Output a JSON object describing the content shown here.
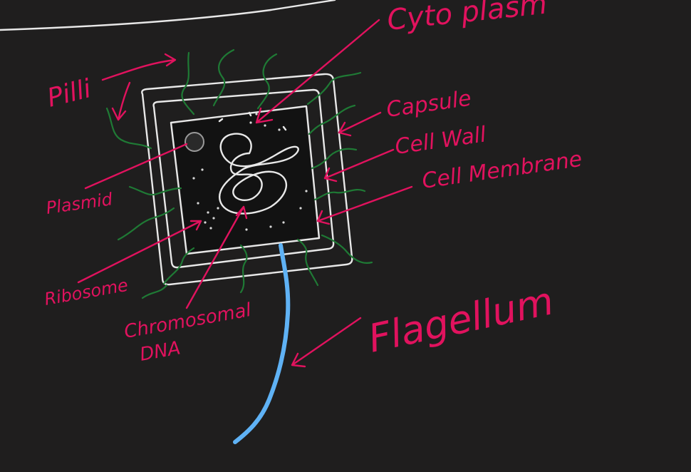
{
  "colors": {
    "background": "#1f1e1e",
    "label_ink": "#e1125e",
    "outline_ink": "#e8e8e8",
    "pili_ink": "#1f7a35",
    "flagellum_ink": "#5fb2f5"
  },
  "labels": {
    "cytoplasm": "Cyto plasm",
    "pilli": "Pilli",
    "capsule": "Capsule",
    "cell_wall": "Cell Wall",
    "cell_membrane": "Cell Membrane",
    "plasmid": "Plasmid",
    "ribosome": "Ribosome",
    "chromosomal_dna_line1": "Chromosomal",
    "chromosomal_dna_line2": "DNA",
    "flagellum": "Flagellum"
  }
}
